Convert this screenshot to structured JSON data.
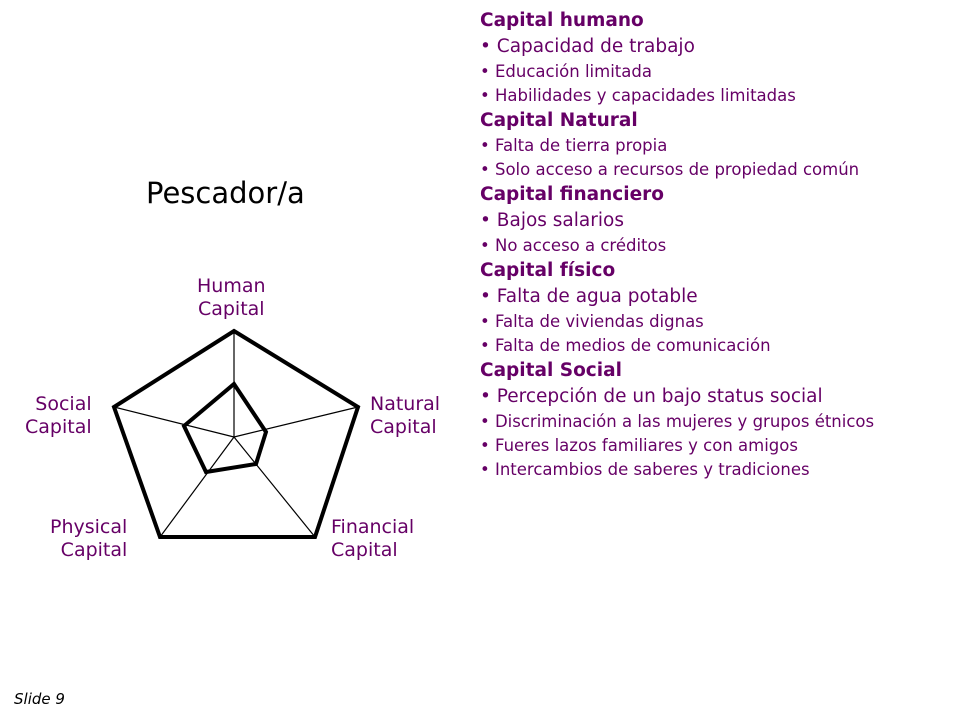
{
  "title": "Pescador/a",
  "axis_labels": {
    "human": [
      "Human",
      "Capital"
    ],
    "natural": [
      "Natural",
      "Capital"
    ],
    "social": [
      "Social",
      "Capital"
    ],
    "physical": [
      "Physical",
      "Capital"
    ],
    "financial": [
      "Financial",
      "Capital"
    ]
  },
  "sections": [
    {
      "heading": "Capital humano",
      "items": [
        {
          "text": "• Capacidad de trabajo",
          "large": true
        },
        {
          "text": "• Educación limitada"
        },
        {
          "text": "• Habilidades y capacidades limitadas"
        }
      ]
    },
    {
      "heading": "Capital Natural",
      "items": [
        {
          "text": "• Falta de tierra propia"
        },
        {
          "text": "• Solo acceso a recursos de propiedad común"
        }
      ]
    },
    {
      "heading": "Capital financiero",
      "items": [
        {
          "text": "• Bajos salarios",
          "large": true
        },
        {
          "text": "• No acceso a créditos"
        }
      ]
    },
    {
      "heading": "Capital físico",
      "items": [
        {
          "text": "• Falta de agua potable",
          "large": true
        },
        {
          "text": "• Falta de viviendas dignas"
        },
        {
          "text": "• Falta de medios de comunicación"
        }
      ]
    },
    {
      "heading": "Capital Social",
      "items": [
        {
          "text": "• Percepción de un bajo status social",
          "large": true
        },
        {
          "text": "• Discriminación a las mujeres y grupos étnicos"
        },
        {
          "text": "• Fueres lazos familiares y con amigos"
        },
        {
          "text": "• Intercambios de saberes y tradiciones"
        }
      ]
    }
  ],
  "slide_label": "Slide 9",
  "colors": {
    "text_accent": "#660066",
    "lines": "#000000"
  }
}
